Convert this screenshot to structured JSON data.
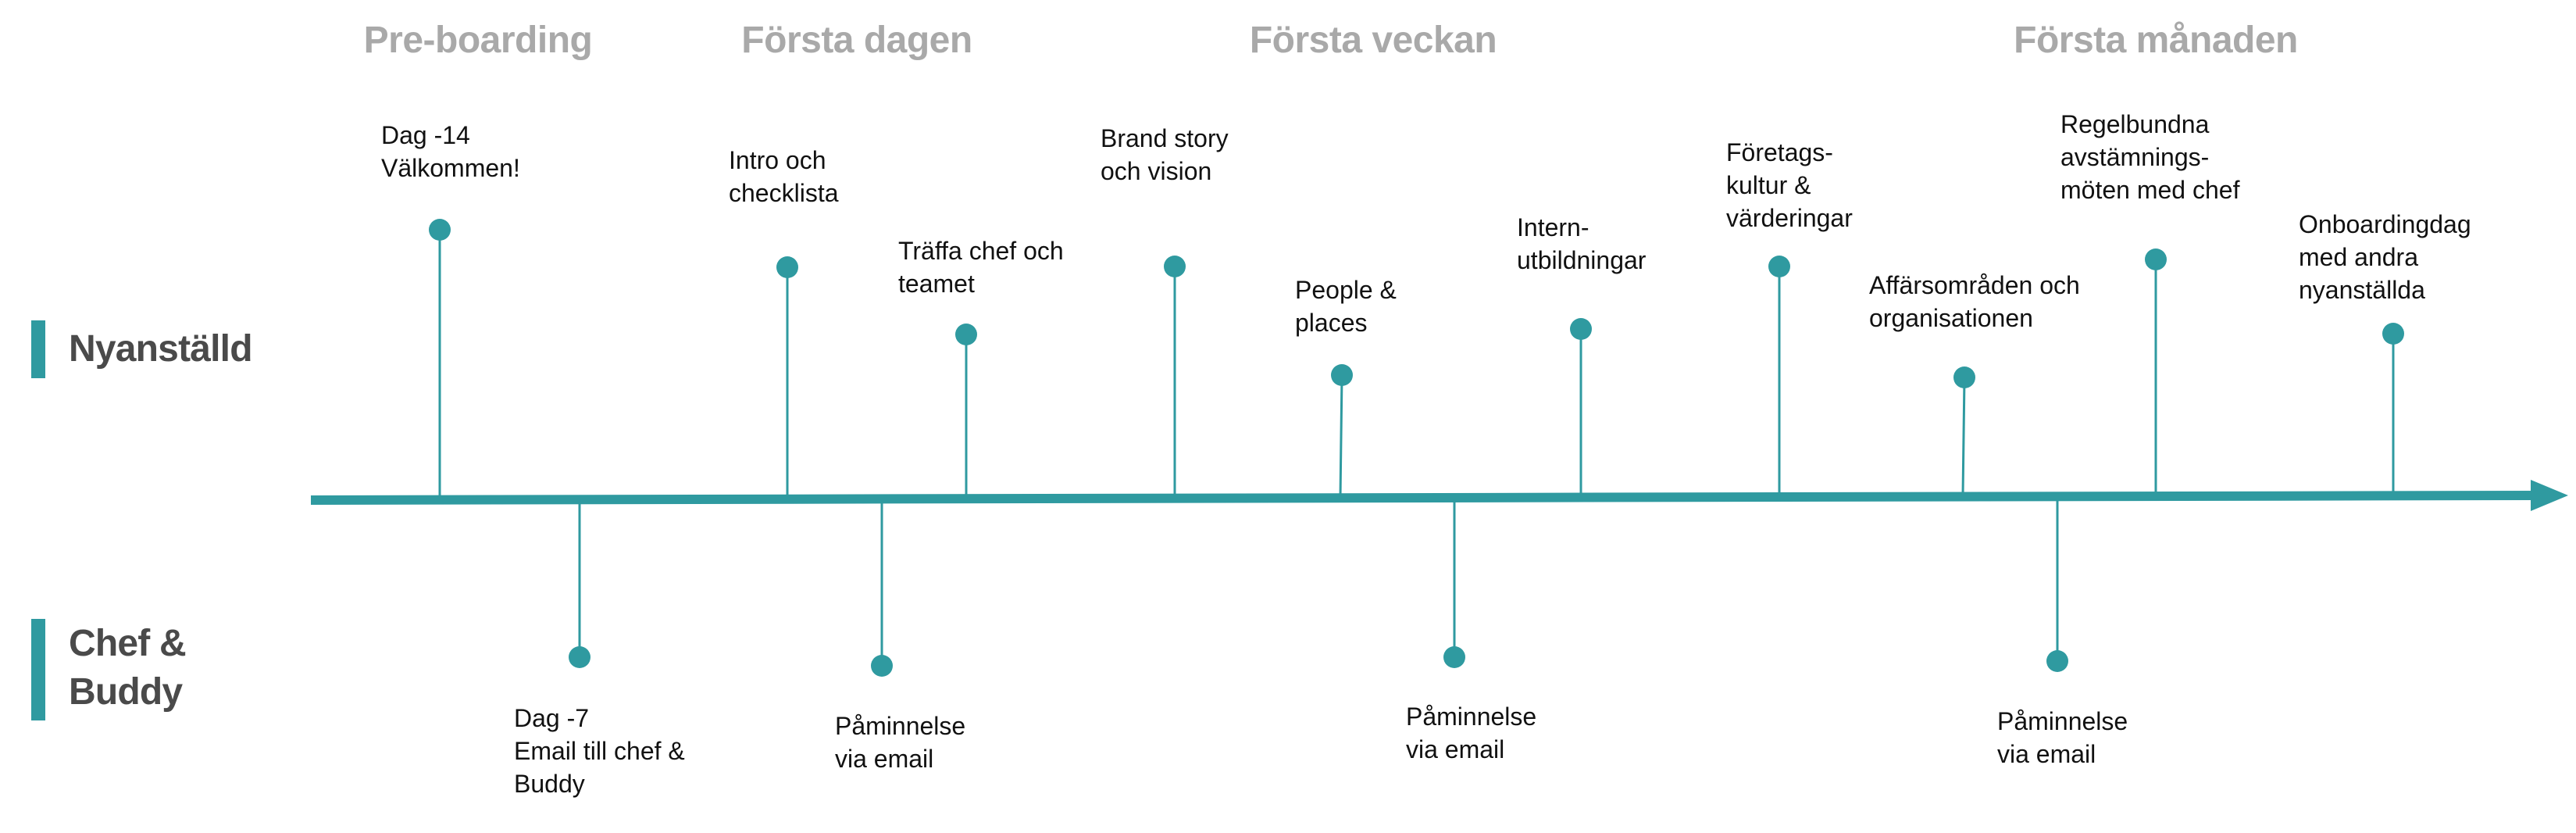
{
  "colors": {
    "accent": "#2f9aa0",
    "phase_text": "#a9a9a9",
    "lane_text": "#4a4a4a",
    "event_text": "#111111"
  },
  "phases": [
    {
      "label": "Pre-boarding"
    },
    {
      "label": "Första dagen"
    },
    {
      "label": "Första veckan"
    },
    {
      "label": "Första månaden"
    }
  ],
  "lanes": {
    "new_hire": {
      "label": "Nyanställd"
    },
    "manager_buddy": {
      "label": "Chef &\nBuddy"
    }
  },
  "events_above": [
    {
      "text": "Dag -14\nVälkommen!"
    },
    {
      "text": "Intro och\nchecklista"
    },
    {
      "text": "Träffa chef och\nteamet"
    },
    {
      "text": "Brand story\noch vision"
    },
    {
      "text": "People &\nplaces"
    },
    {
      "text": "Intern-\nutbildningar"
    },
    {
      "text": "Företags-\nkultur &\nvärderingar"
    },
    {
      "text": "Affärsområden och\norganisationen"
    },
    {
      "text": "Regelbundna\navstämnings-\nmöten med chef"
    },
    {
      "text": "Onboardingdag\nmed andra\nnyanställda"
    }
  ],
  "events_below": [
    {
      "text": "Dag -7\nEmail till chef &\nBuddy"
    },
    {
      "text": "Påminnelse\nvia email"
    },
    {
      "text": "Påminnelse\nvia email"
    },
    {
      "text": "Påminnelse\nvia email"
    }
  ]
}
